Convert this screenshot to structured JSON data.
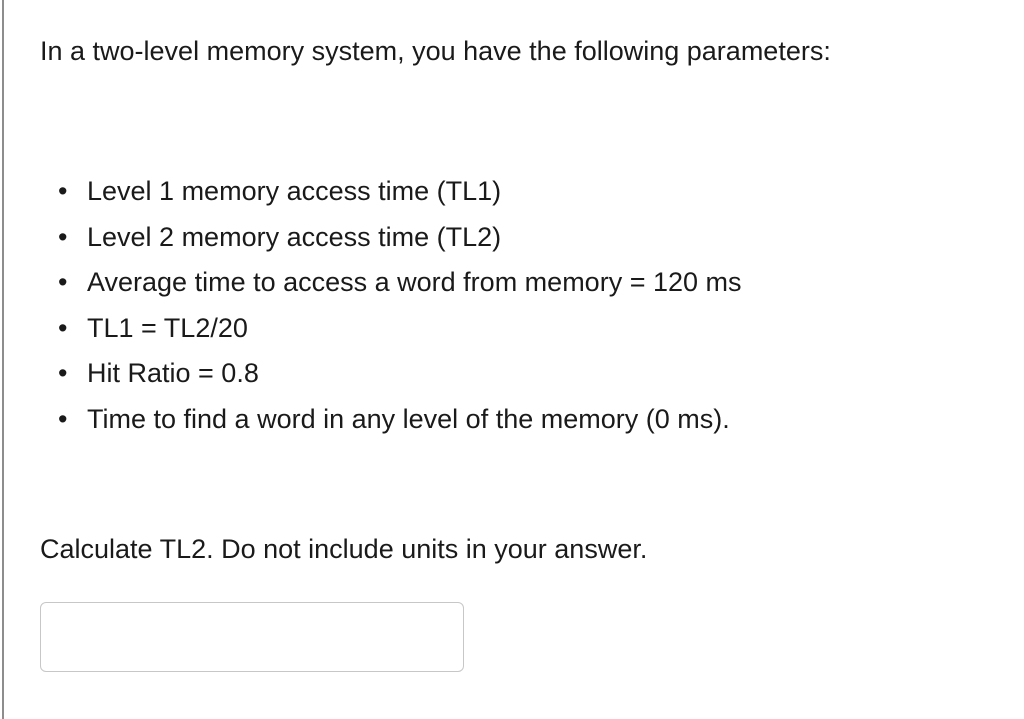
{
  "question": {
    "intro": "In a two-level memory system, you have the following parameters:",
    "bullet_glyph": "•",
    "parameters": [
      "Level 1 memory access time (TL1)",
      "Level 2 memory access time (TL2)",
      "Average time to access a word from memory = 120 ms",
      "TL1 = TL2/20",
      "Hit Ratio = 0.8",
      "Time to find a word in any level of the memory (0 ms)."
    ],
    "prompt": "Calculate TL2. Do not include units in your answer."
  },
  "answer": {
    "value": "",
    "placeholder": ""
  },
  "colors": {
    "text": "#1a1a1a",
    "page_background": "#ffffff",
    "input_border": "#c7c7c7",
    "left_rule": "#8d8d8d"
  }
}
